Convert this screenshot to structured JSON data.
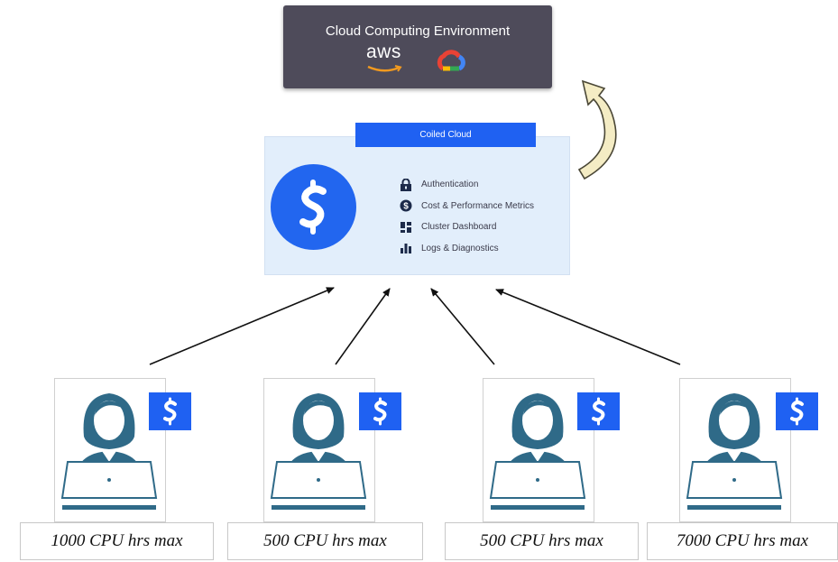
{
  "cloud_environment": {
    "title": "Cloud Computing Environment",
    "providers": [
      {
        "name": "aws-logo",
        "text": "aws"
      },
      {
        "name": "google-cloud-logo"
      }
    ],
    "background": "#4e4b5a"
  },
  "coiled": {
    "header": "Coiled Cloud",
    "features": [
      {
        "icon": "lock-icon",
        "label": "Authentication"
      },
      {
        "icon": "dollar-circle-icon",
        "label": "Cost & Performance Metrics"
      },
      {
        "icon": "dashboard-grid-icon",
        "label": "Cluster Dashboard"
      },
      {
        "icon": "bar-chart-icon",
        "label": "Logs & Diagnostics"
      }
    ],
    "accent": "#1f61f2",
    "panel_color": "#e2eefb"
  },
  "users": [
    {
      "limit": "1000 CPU hrs max"
    },
    {
      "limit": "500 CPU hrs max"
    },
    {
      "limit": "500 CPU hrs max"
    },
    {
      "limit": "7000 CPU hrs max"
    }
  ],
  "user_color": "#2f6a88"
}
